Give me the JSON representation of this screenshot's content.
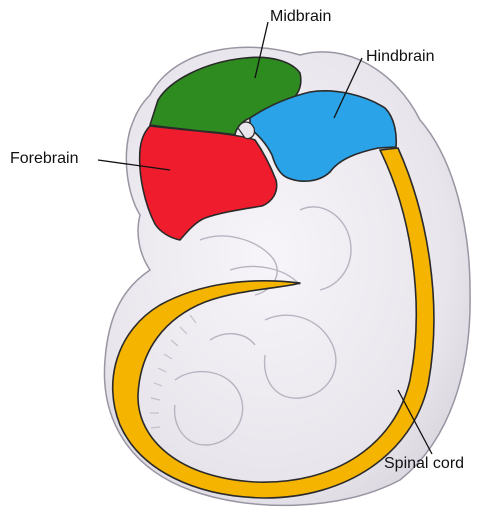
{
  "diagram": {
    "labels": {
      "midbrain": "Midbrain",
      "hindbrain": "Hindbrain",
      "forebrain": "Forebrain",
      "spinal_cord": "Spinal cord"
    },
    "colors": {
      "midbrain": "#2e8b20",
      "hindbrain": "#2aa3e8",
      "forebrain": "#ee1c2c",
      "spinal_cord": "#f5b400",
      "embryo_fill": "#e9e6ee",
      "outline": "#2a2a2a"
    }
  }
}
